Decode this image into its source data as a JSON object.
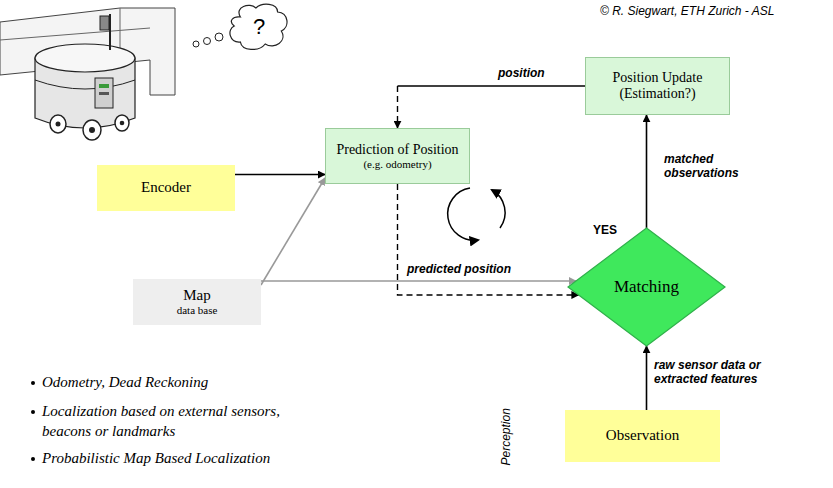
{
  "diagram": {
    "nodes": [
      {
        "text": [
          "?"
        ]
      },
      {
        "text": [
          "Position Update (Estimation?)"
        ]
      },
      {
        "text": [
          "Encoder"
        ]
      },
      {
        "text": [
          "Prediction of Position",
          "(e.g. odometry)"
        ]
      },
      {
        "text": [
          "Map",
          "data base"
        ]
      },
      {
        "text": [
          "Matching"
        ]
      },
      {
        "text": [
          "Observation"
        ]
      }
    ],
    "edges": [
      {
        "from": 2,
        "to": 3,
        "arrow": "to"
      },
      {
        "from": 4,
        "to": 3,
        "arrow": "to"
      },
      {
        "from": 4,
        "to": 5,
        "arrow": "to"
      },
      {
        "from": 3,
        "to": 5,
        "arrow": "to",
        "label": "predicted position"
      },
      {
        "from": 6,
        "to": 5,
        "arrow": "to",
        "label": "raw sensor data or extracted features"
      },
      {
        "from": 5,
        "to": 1,
        "arrow": "to",
        "label": "matched observations"
      },
      {
        "from": 1,
        "to": 3,
        "arrow": "to",
        "label": "position"
      }
    ],
    "labels": [
      "© R. Siegwart, ETH Zurich - ASL",
      "YES",
      "Perception",
      "Odometry, Dead Reckoning",
      "Localization based on external sensors, beacons or landmarks",
      "Probabilistic Map Based Localization"
    ]
  }
}
